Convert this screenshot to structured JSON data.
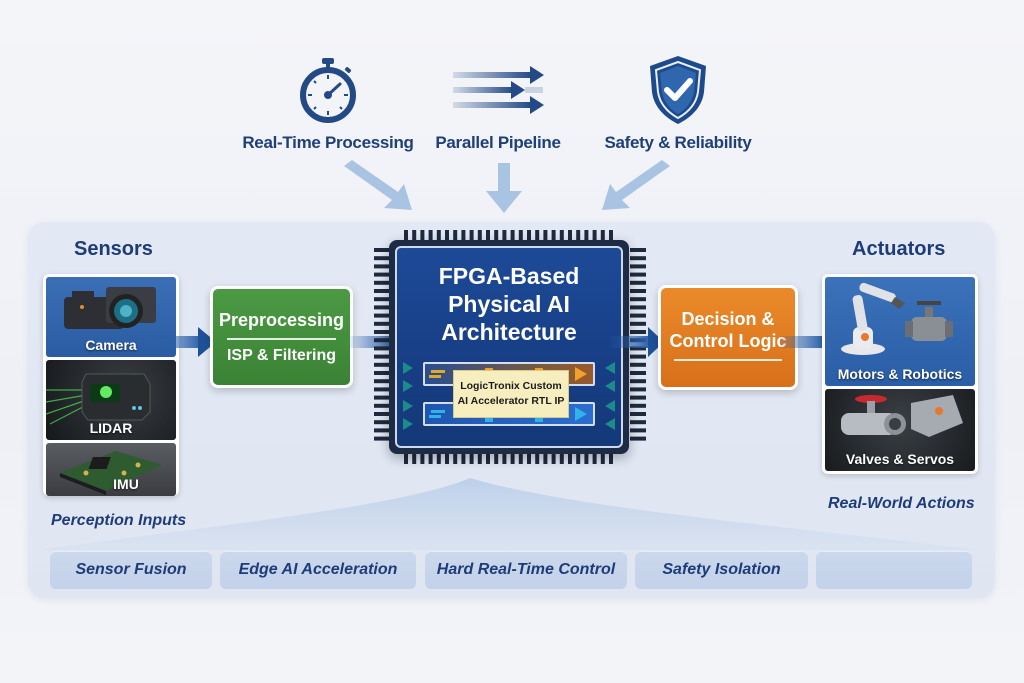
{
  "features": [
    {
      "icon": "stopwatch-icon",
      "label": "Real-Time Processing"
    },
    {
      "icon": "parallel-arrows-icon",
      "label": "Parallel Pipeline"
    },
    {
      "icon": "shield-check-icon",
      "label": "Safety & Reliability"
    }
  ],
  "sensors": {
    "title": "Sensors",
    "items": [
      {
        "label": "Camera",
        "icon": "camera-icon"
      },
      {
        "label": "LIDAR",
        "icon": "lidar-icon"
      },
      {
        "label": "IMU",
        "icon": "imu-board-icon"
      }
    ],
    "caption": "Perception Inputs"
  },
  "preprocessing": {
    "title": "Preprocessing",
    "subtitle": "ISP & Filtering",
    "color": "#3f8f3a"
  },
  "fpga": {
    "title_line1": "FPGA-Based",
    "title_line2": "Physical AI",
    "title_line3": "Architecture",
    "ip_line1": "LogicTronix Custom",
    "ip_line2": "AI Accelerator RTL IP"
  },
  "decision": {
    "title_line1": "Decision &",
    "title_line2": "Control Logic",
    "color": "#e07a1e"
  },
  "actuators": {
    "title": "Actuators",
    "items": [
      {
        "label": "Motors & Robotics",
        "icon": "robot-arm-icon"
      },
      {
        "label": "Valves & Servos",
        "icon": "valve-icon"
      }
    ],
    "caption": "Real-World Actions"
  },
  "capabilities": [
    "Sensor Fusion",
    "Edge AI Acceleration",
    "Hard Real-Time Control",
    "Safety Isolation",
    ""
  ],
  "colors": {
    "navy": "#1d3c78",
    "chip_blue": "#173e85",
    "green": "#3f8f3a",
    "orange": "#e07a1e",
    "panel": "#e1e8f3"
  }
}
